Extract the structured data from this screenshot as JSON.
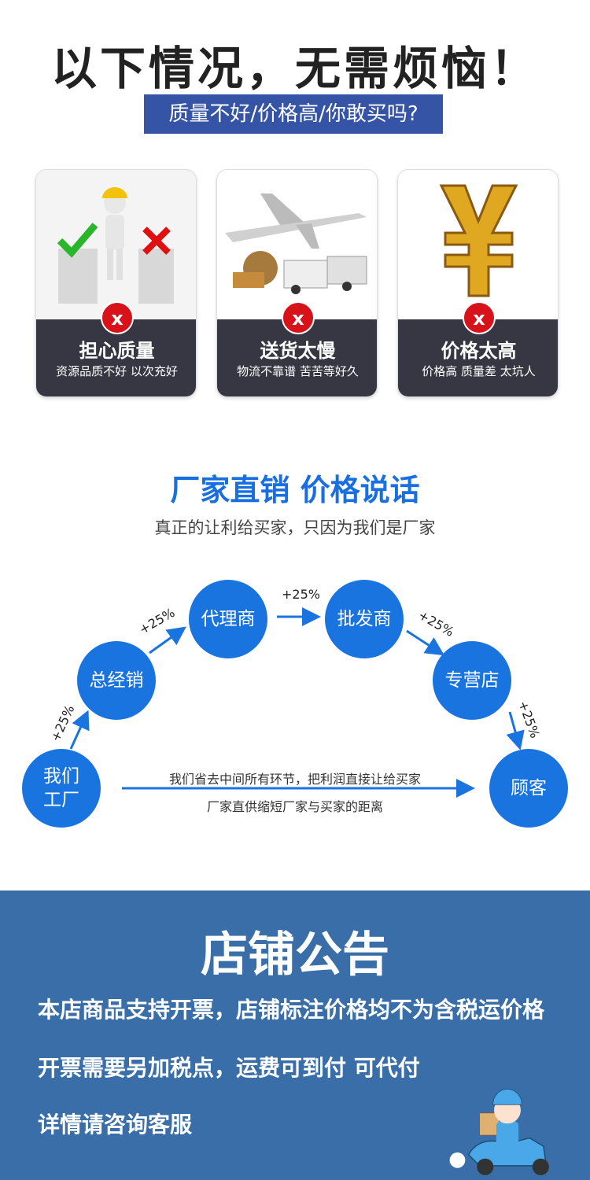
{
  "header": {
    "title": "以下情况，无需烦恼！",
    "banner": "质量不好/价格高/你敢买吗?"
  },
  "cards": [
    {
      "title": "担心质量",
      "subtitle": "资源品质不好 以次充好",
      "mark": "x"
    },
    {
      "title": "送货太慢",
      "subtitle": "物流不靠谱 苦苦等好久",
      "mark": "x"
    },
    {
      "title": "价格太高",
      "subtitle": "价格高 质量差 太坑人",
      "mark": "x"
    }
  ],
  "direct": {
    "title": "厂家直销 价格说话",
    "subtitle": "真正的让利给买家，只因为我们是厂家",
    "nodes": [
      {
        "line1": "我们",
        "line2": "工厂"
      },
      {
        "line1": "总经销"
      },
      {
        "line1": "代理商"
      },
      {
        "line1": "批发商"
      },
      {
        "line1": "专营店"
      },
      {
        "line1": "顾客"
      }
    ],
    "markup": "+25%",
    "line1": "我们省去中间所有环节，把利润直接让给买家",
    "line2": "厂家直供缩短厂家与买家的距离"
  },
  "notice": {
    "title": "店铺公告",
    "lines": [
      "本店商品支持开票，店铺标注价格均不为含税运价格",
      "开票需要另加税点，运费可到付  可代付",
      "详情请咨询客服"
    ]
  },
  "colors": {
    "blue": "#1a74e0",
    "banner": "#3554a6",
    "notice_bg": "#3a6ea8",
    "card_dark": "#373744",
    "red": "#d8121a"
  }
}
